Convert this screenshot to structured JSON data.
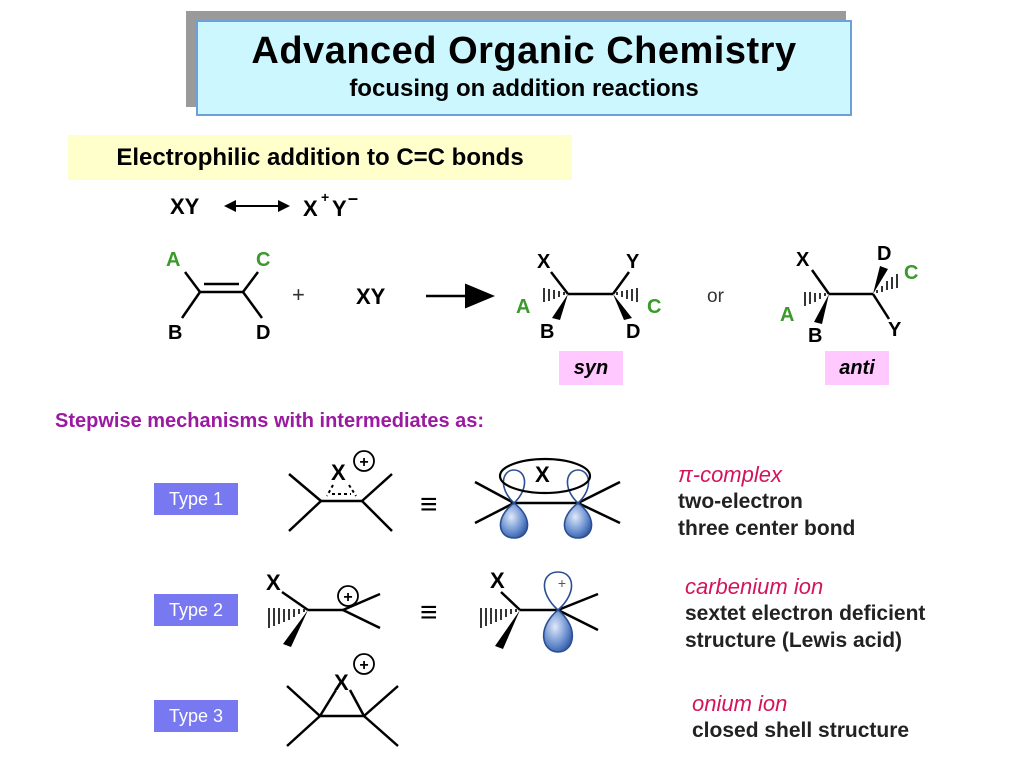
{
  "title": {
    "main": "Advanced Organic Chemistry",
    "subtitle": "focusing on addition reactions"
  },
  "section": {
    "heading": "Electrophilic addition to C=C bonds"
  },
  "reaction": {
    "polar_reagent": "XY",
    "ion_x": "X",
    "ion_plus": "+",
    "ion_y": "Y",
    "ion_minus": "–",
    "alkene_subs": [
      "A",
      "C",
      "B",
      "D"
    ],
    "plus": "+",
    "reagent": "XY",
    "syn_product": [
      "X",
      "Y",
      "A",
      "C",
      "B",
      "D"
    ],
    "or_text": "or",
    "anti_product": [
      "X",
      "D",
      "C",
      "A",
      "B",
      "Y"
    ],
    "syn_label": "syn",
    "anti_label": "anti"
  },
  "mechanisms": {
    "heading": "Stepwise mechanisms with intermediates as:",
    "types": [
      {
        "badge": "Type 1",
        "atom": "X",
        "charge": "+",
        "equiv": "≡",
        "name": "π-complex",
        "lines": [
          "two-electron",
          "three center bond"
        ]
      },
      {
        "badge": "Type 2",
        "atom": "X",
        "charge": "+",
        "equiv": "≡",
        "name": "carbenium ion",
        "lines": [
          "sextet electron deficient",
          "structure (Lewis acid)"
        ]
      },
      {
        "badge": "Type 3",
        "atom": "X",
        "charge": "+",
        "name": "onium ion",
        "lines": [
          "closed shell structure"
        ]
      }
    ]
  },
  "colors": {
    "title_bg": "#ccf7ff",
    "section_bg": "#ffffcc",
    "tag_bg": "#ffc8ff",
    "badge_bg": "#7878f0",
    "steps_text": "#9a1aa0",
    "green_sub": "#3a9a2a",
    "name_red": "#d4145a",
    "orbital_blue": "#5a82c8"
  }
}
